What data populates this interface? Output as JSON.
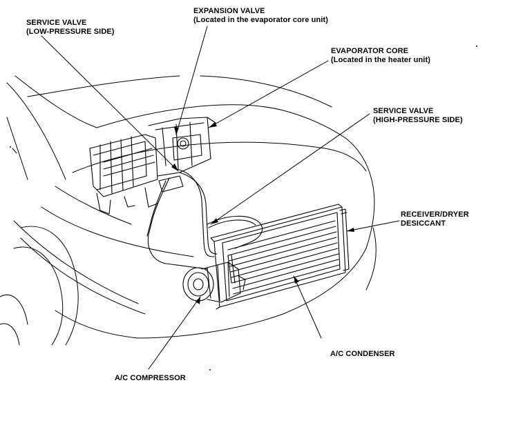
{
  "labels": {
    "service_valve_low": {
      "line1": "SERVICE VALVE",
      "line2": "(LOW-PRESSURE SIDE)"
    },
    "expansion_valve": {
      "line1": "EXPANSION VALVE",
      "line2": "(Located in the evaporator core unit)"
    },
    "evaporator_core": {
      "line1": "EVAPORATOR CORE",
      "line2": "(Located in the heater unit)"
    },
    "service_valve_high": {
      "line1": "SERVICE VALVE",
      "line2": "(HIGH-PRESSURE SIDE)"
    },
    "receiver_dryer": {
      "line1": "RECEIVER/DRYER",
      "line2": "DESICCANT"
    },
    "ac_condenser": "A/C CONDENSER",
    "ac_compressor": "A/C COMPRESSOR"
  }
}
